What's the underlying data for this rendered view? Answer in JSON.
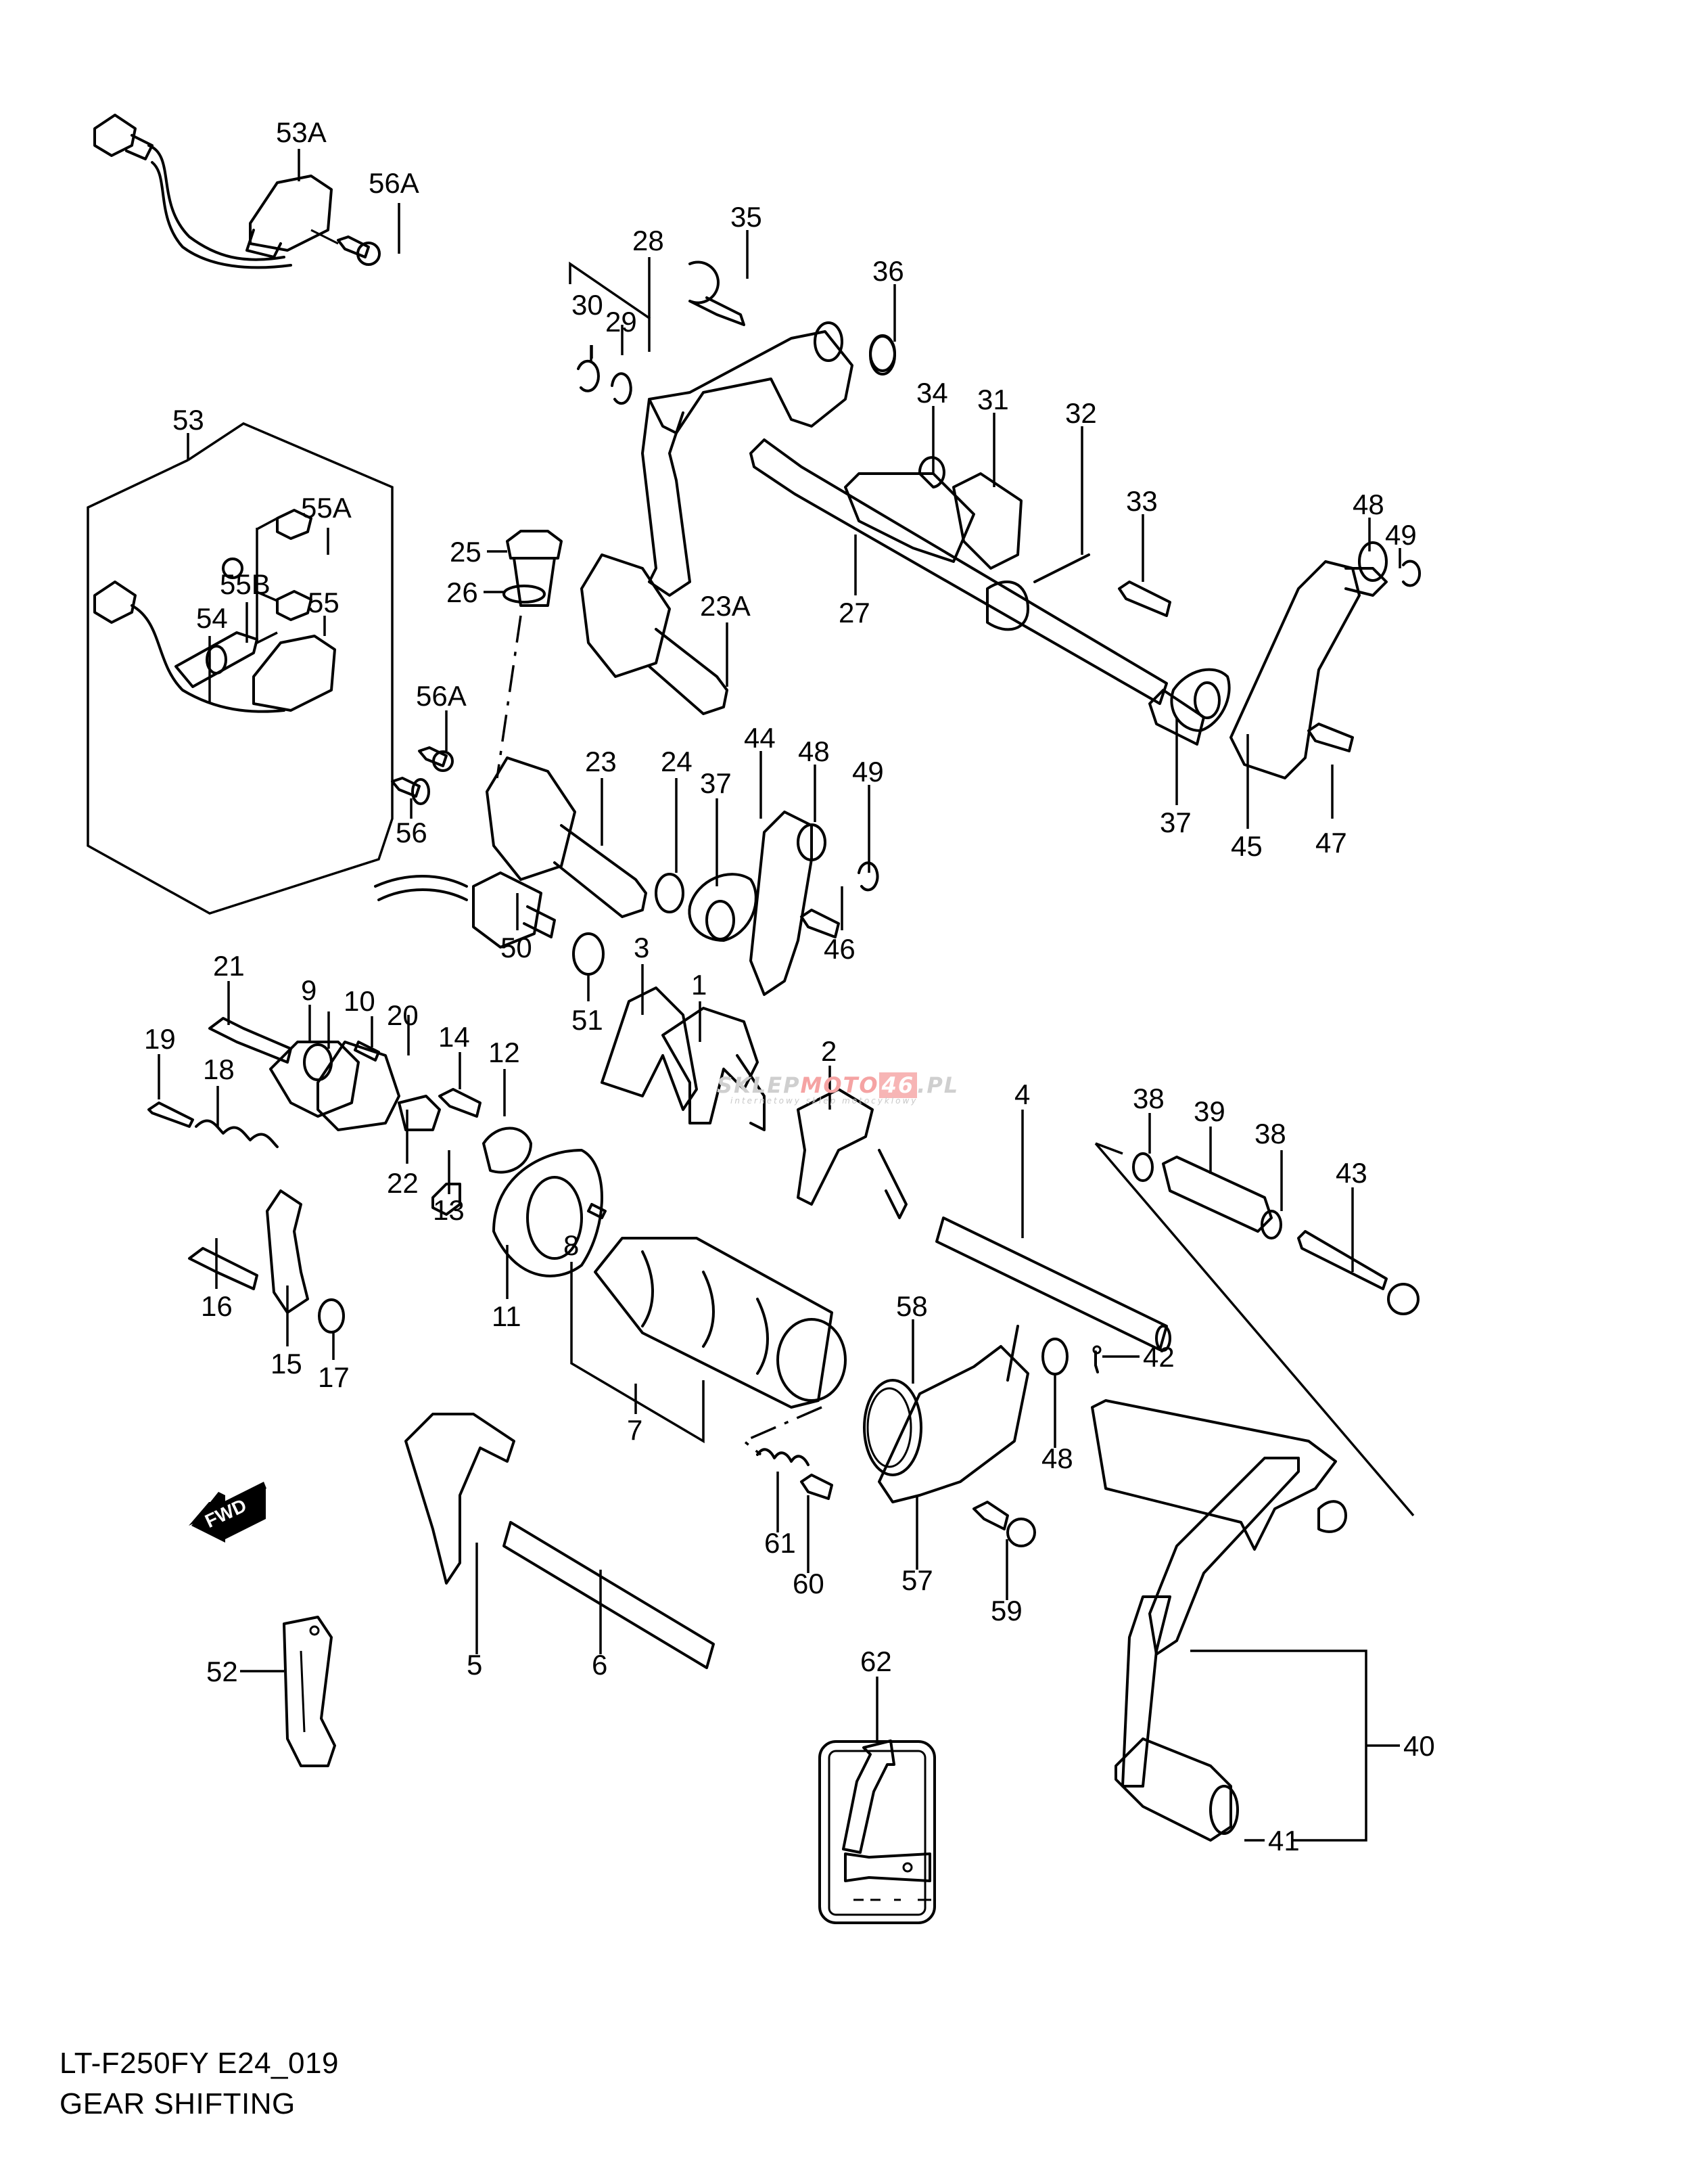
{
  "document": {
    "model_code": "LT-F250FY E24_019",
    "section_title": "GEAR SHIFTING"
  },
  "watermark": {
    "part1": "SKLEP",
    "part2": "MOTO",
    "part3": "46",
    "part4": ".PL",
    "tagline": "internetowy sklep motocyklowy",
    "colors": {
      "gray": "#cfcfcf",
      "red": "#f5a3a3"
    }
  },
  "direction_marker": {
    "label": "FWD"
  },
  "callouts": [
    {
      "id": "53A",
      "label": "53A"
    },
    {
      "id": "56A_top",
      "label": "56A"
    },
    {
      "id": "28",
      "label": "28"
    },
    {
      "id": "35",
      "label": "35"
    },
    {
      "id": "36",
      "label": "36"
    },
    {
      "id": "30",
      "label": "30"
    },
    {
      "id": "29",
      "label": "29"
    },
    {
      "id": "34",
      "label": "34"
    },
    {
      "id": "31",
      "label": "31"
    },
    {
      "id": "32",
      "label": "32"
    },
    {
      "id": "33",
      "label": "33"
    },
    {
      "id": "48_top",
      "label": "48"
    },
    {
      "id": "49_top",
      "label": "49"
    },
    {
      "id": "53",
      "label": "53"
    },
    {
      "id": "55A",
      "label": "55A"
    },
    {
      "id": "55B",
      "label": "55B"
    },
    {
      "id": "55",
      "label": "55"
    },
    {
      "id": "54",
      "label": "54"
    },
    {
      "id": "56A_mid",
      "label": "56A"
    },
    {
      "id": "56",
      "label": "56"
    },
    {
      "id": "25",
      "label": "25"
    },
    {
      "id": "26",
      "label": "26"
    },
    {
      "id": "23A",
      "label": "23A"
    },
    {
      "id": "27",
      "label": "27"
    },
    {
      "id": "37_top",
      "label": "37"
    },
    {
      "id": "45",
      "label": "45"
    },
    {
      "id": "47",
      "label": "47"
    },
    {
      "id": "23",
      "label": "23"
    },
    {
      "id": "24",
      "label": "24"
    },
    {
      "id": "37_mid",
      "label": "37"
    },
    {
      "id": "44",
      "label": "44"
    },
    {
      "id": "48_mid",
      "label": "48"
    },
    {
      "id": "49_mid",
      "label": "49"
    },
    {
      "id": "46",
      "label": "46"
    },
    {
      "id": "50",
      "label": "50"
    },
    {
      "id": "51",
      "label": "51"
    },
    {
      "id": "3",
      "label": "3"
    },
    {
      "id": "1",
      "label": "1"
    },
    {
      "id": "2",
      "label": "2"
    },
    {
      "id": "21",
      "label": "21"
    },
    {
      "id": "9",
      "label": "9"
    },
    {
      "id": "10",
      "label": "10"
    },
    {
      "id": "20",
      "label": "20"
    },
    {
      "id": "14",
      "label": "14"
    },
    {
      "id": "12",
      "label": "12"
    },
    {
      "id": "19",
      "label": "19"
    },
    {
      "id": "18",
      "label": "18"
    },
    {
      "id": "22",
      "label": "22"
    },
    {
      "id": "13",
      "label": "13"
    },
    {
      "id": "16",
      "label": "16"
    },
    {
      "id": "15",
      "label": "15"
    },
    {
      "id": "17",
      "label": "17"
    },
    {
      "id": "11",
      "label": "11"
    },
    {
      "id": "8",
      "label": "8"
    },
    {
      "id": "7",
      "label": "7"
    },
    {
      "id": "4",
      "label": "4"
    },
    {
      "id": "38_a",
      "label": "38"
    },
    {
      "id": "39",
      "label": "39"
    },
    {
      "id": "38_b",
      "label": "38"
    },
    {
      "id": "43",
      "label": "43"
    },
    {
      "id": "42",
      "label": "42"
    },
    {
      "id": "58",
      "label": "58"
    },
    {
      "id": "48_low",
      "label": "48"
    },
    {
      "id": "61",
      "label": "61"
    },
    {
      "id": "60",
      "label": "60"
    },
    {
      "id": "57",
      "label": "57"
    },
    {
      "id": "59",
      "label": "59"
    },
    {
      "id": "5",
      "label": "5"
    },
    {
      "id": "6",
      "label": "6"
    },
    {
      "id": "52",
      "label": "52"
    },
    {
      "id": "62",
      "label": "62"
    },
    {
      "id": "40",
      "label": "40"
    },
    {
      "id": "41",
      "label": "41"
    }
  ]
}
